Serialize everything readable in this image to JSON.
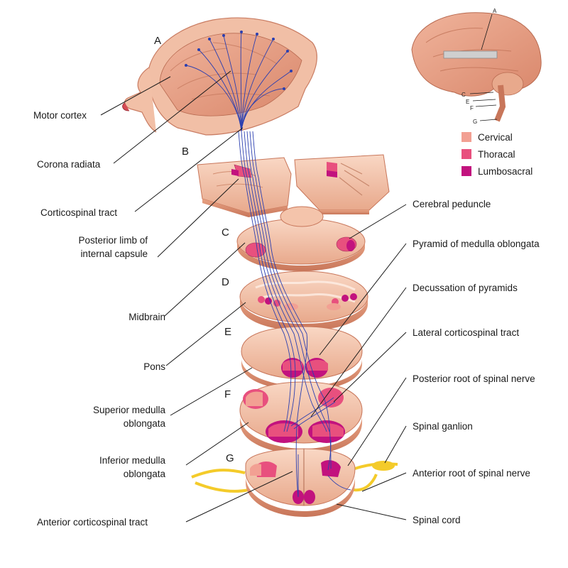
{
  "left_labels": [
    {
      "id": "motor-cortex",
      "text": "Motor cortex"
    },
    {
      "id": "corona-radiata",
      "text": "Corona radiata"
    },
    {
      "id": "corticospinal-tract",
      "text": "Corticospinal tract"
    },
    {
      "id": "posterior-limb",
      "lines": [
        "Posterior limb of",
        "internal capsule"
      ]
    },
    {
      "id": "midbrain",
      "text": "Midbrain"
    },
    {
      "id": "pons",
      "text": "Pons"
    },
    {
      "id": "superior-medulla",
      "lines": [
        "Superior medulla",
        "oblongata"
      ]
    },
    {
      "id": "inferior-medulla",
      "lines": [
        "Inferior medulla",
        "oblongata"
      ]
    },
    {
      "id": "anterior-corticospinal",
      "text": "Anterior corticospinal tract"
    }
  ],
  "right_labels": [
    {
      "id": "cerebral-peduncle",
      "text": "Cerebral peduncle"
    },
    {
      "id": "pyramid-medulla",
      "text": "Pyramid of medulla oblongata"
    },
    {
      "id": "decussation",
      "text": "Decussation of pyramids"
    },
    {
      "id": "lateral-corticospinal",
      "text": "Lateral corticospinal tract"
    },
    {
      "id": "posterior-root",
      "text": "Posterior root of spinal nerve"
    },
    {
      "id": "spinal-ganglion",
      "text": "Spinal ganlion"
    },
    {
      "id": "anterior-root",
      "text": "Anterior root of spinal nerve"
    },
    {
      "id": "spinal-cord",
      "text": "Spinal cord"
    }
  ],
  "section_letters": {
    "A": "A",
    "B": "B",
    "C": "C",
    "D": "D",
    "E": "E",
    "F": "F",
    "G": "G"
  },
  "inset_letters": [
    "A",
    "C",
    "E",
    "F",
    "G"
  ],
  "legend": [
    {
      "label": "Cervical",
      "color": "#f2a093"
    },
    {
      "label": "Thoracal",
      "color": "#e8507e"
    },
    {
      "label": "Lumbosacral",
      "color": "#c2127e"
    }
  ],
  "colors": {
    "tissue": "#f5c7ae",
    "tissue_dark": "#e6a88c",
    "fiber": "#2b3fb0",
    "nerve": "#f4cb2a"
  }
}
